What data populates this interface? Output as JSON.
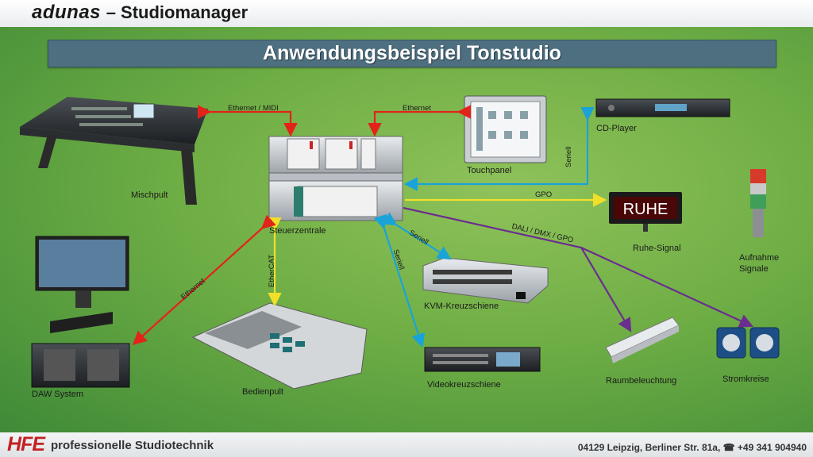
{
  "header": {
    "logo": "adunas",
    "title": "– Studiomanager"
  },
  "title_bar": "Anwendungsbeispiel Tonstudio",
  "devices": {
    "mischpult": "Mischpult",
    "touchpanel": "Touchpanel",
    "cd_player": "CD-Player",
    "steuerzentrale": "Steuerzentrale",
    "ruhe_signal": "Ruhe-Signal",
    "ruhe_text": "RUHE",
    "aufnahme": "Aufnahme\nSignale",
    "kvm": "KVM-Kreuzschiene",
    "daw": "DAW System",
    "bedienpult": "Bedienpult",
    "videokreuzschiene": "Videokreuzschiene",
    "raumbeleuchtung": "Raumbeleuchtung",
    "stromkreise": "Stromkreise"
  },
  "connections": {
    "ethernet_midi": "Ethernet / MIDI",
    "ethernet_top": "Ethernet",
    "seriell_touch": "Seriell",
    "gpo": "GPO",
    "dali": "DALI / DMX / GPO",
    "seriell_kvm": "Seriell",
    "seriell_video": "Seriell",
    "ethercat": "EtherCAT",
    "ethernet_daw": "Ethernet"
  },
  "colors": {
    "red": "#e2231a",
    "blue": "#1aa3d9",
    "yellow": "#f0e02a",
    "purple": "#6b2d8f"
  },
  "footer": {
    "logo": "HFE",
    "tagline": "professionelle Studiotechnik",
    "address": "04129 Leipzig, Berliner Str. 81a, ☎ +49 341 904940"
  }
}
